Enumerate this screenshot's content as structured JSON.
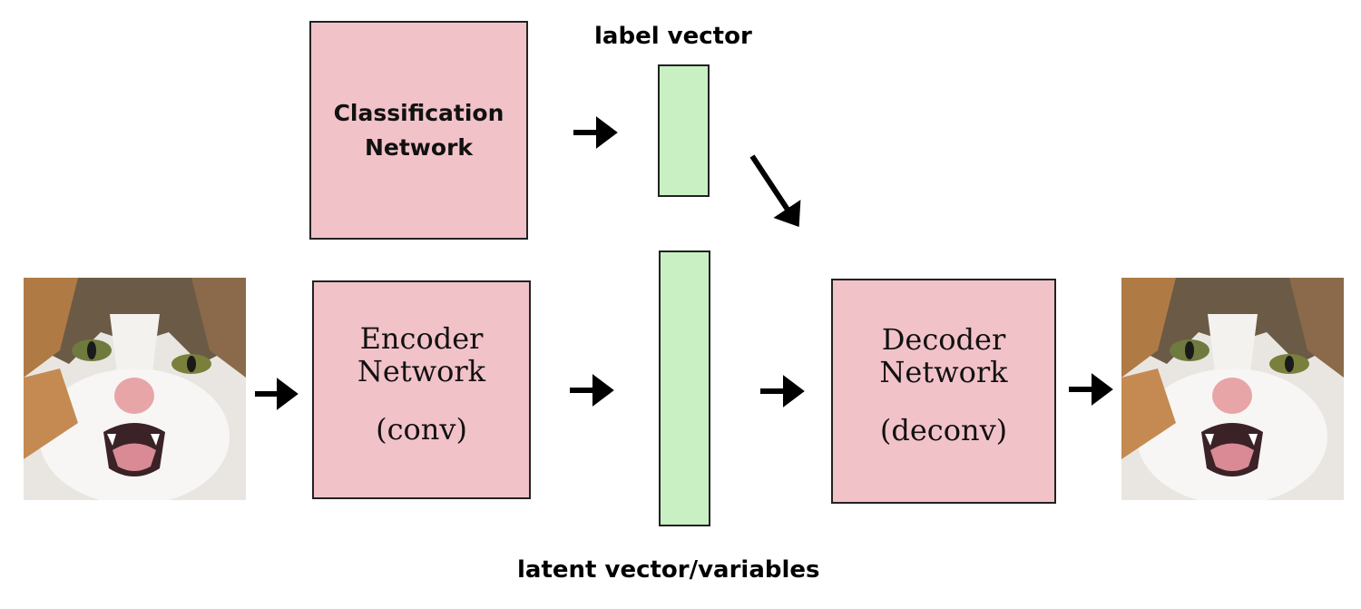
{
  "colors": {
    "network_box": "#f2c2c9",
    "vector_box": "#c8f0c2",
    "arrow": "#000000"
  },
  "classification": {
    "line1": "Classification",
    "line2": "Network"
  },
  "encoder": {
    "line1": "Encoder",
    "line2": "Network",
    "line3": "(conv)"
  },
  "decoder": {
    "line1": "Decoder",
    "line2": "Network",
    "line3": "(deconv)"
  },
  "label_vector": {
    "caption": "label vector"
  },
  "latent_vector": {
    "caption": "latent vector/variables"
  },
  "images": {
    "input_icon": "cat-photo",
    "output_icon": "cat-photo"
  }
}
